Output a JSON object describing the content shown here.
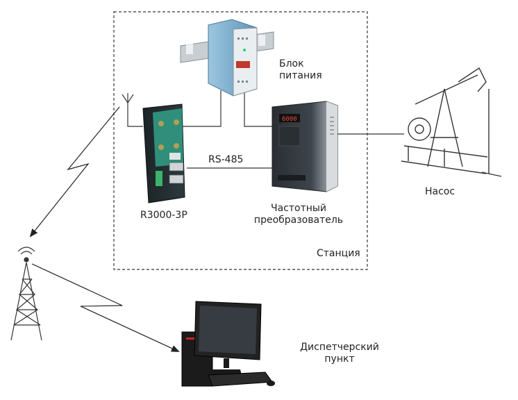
{
  "diagram": {
    "station_label": "Станция",
    "power_supply": {
      "name_line1": "Блок",
      "name_line2": "питания",
      "icon": "din-rail-power-supply-icon",
      "brand_color": "#7fb0cf"
    },
    "router": {
      "name": "R3000-3P",
      "icon": "industrial-router-icon",
      "accent_color": "#2f8f7a"
    },
    "bus_label": "RS-485",
    "inverter": {
      "name_line1": "Частотный",
      "name_line2": "преобразователь",
      "icon": "frequency-inverter-icon",
      "display_value": "6000"
    },
    "pump": {
      "name": "Насос",
      "icon": "pumpjack-icon"
    },
    "tower": {
      "icon": "radio-tower-icon"
    },
    "dispatcher": {
      "name_line1": "Диспетчерский",
      "name_line2": "пункт",
      "icon": "workstation-computer-icon"
    }
  }
}
